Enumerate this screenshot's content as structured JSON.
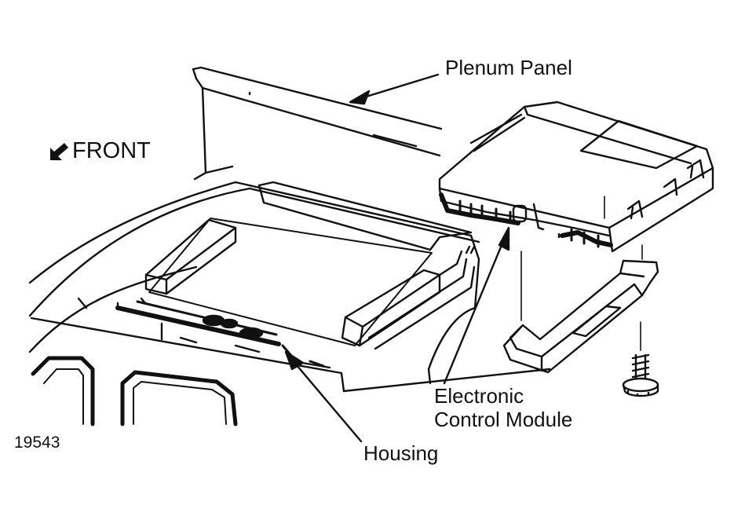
{
  "labels": {
    "plenum_panel": "Plenum Panel",
    "front": "FRONT",
    "ecm_line1": "Electronic",
    "ecm_line2": "Control Module",
    "housing": "Housing",
    "figure_number": "19543"
  },
  "icons": {
    "front_direction": "diagonal-arrow-down-left-icon"
  },
  "colors": {
    "line": "#111111",
    "background": "#ffffff"
  }
}
